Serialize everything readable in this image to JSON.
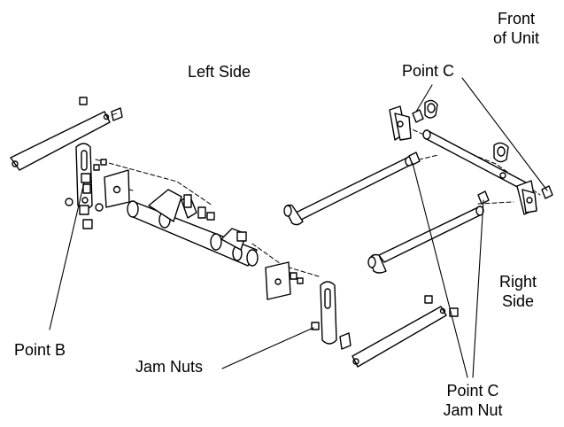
{
  "labels": {
    "front_of_unit_line1": "Front",
    "front_of_unit_line2": "of Unit",
    "left_side": "Left Side",
    "point_c_top": "Point C",
    "right_side_line1": "Right",
    "right_side_line2": "Side",
    "point_b": "Point B",
    "jam_nuts": "Jam Nuts",
    "point_c_jam_nut_line1": "Point C",
    "point_c_jam_nut_line2": "Jam Nut"
  },
  "colors": {
    "ink": "#000000",
    "background": "#ffffff",
    "part_fill": "#ffffff"
  }
}
